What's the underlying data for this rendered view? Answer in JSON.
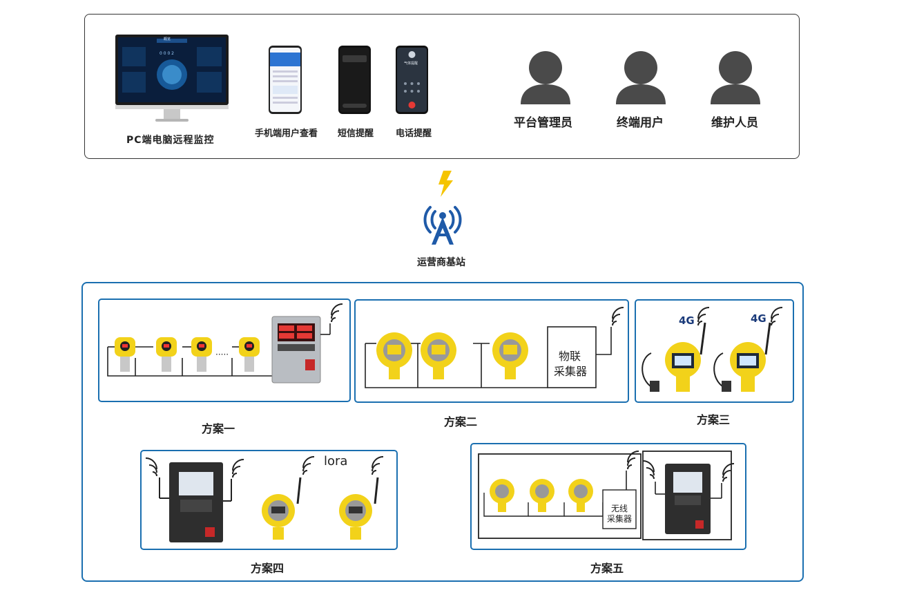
{
  "top": {
    "pc_label": "PC端电脑远程监控",
    "mobile_label": "手机端用户查看",
    "sms_label": "短信提醒",
    "phone_label": "电话提醒",
    "pc_screen_title": "概览",
    "pc_screen_counter": "0 0 0 2",
    "phone_call_text": "气体提醒",
    "users": [
      {
        "label": "平台管理员"
      },
      {
        "label": "终端用户"
      },
      {
        "label": "维护人员"
      }
    ]
  },
  "tower": {
    "label": "运营商基站"
  },
  "schemes": {
    "s1": {
      "title": "方案一",
      "dots": "·····"
    },
    "s2": {
      "title": "方案二",
      "collector_line1": "物联",
      "collector_line2": "采集器"
    },
    "s3": {
      "title": "方案三",
      "tag_a": "4G",
      "tag_b": "4G"
    },
    "s4": {
      "title": "方案四",
      "lora": "lora"
    },
    "s5": {
      "title": "方案五",
      "collector_line1": "无线",
      "collector_line2": "采集器"
    }
  },
  "colors": {
    "accent_blue": "#1a6fb0",
    "tower_blue": "#1f5aa8",
    "bolt_yellow": "#f5c400",
    "detector_yellow": "#f2d21a",
    "person_grey": "#4a4a4a"
  }
}
